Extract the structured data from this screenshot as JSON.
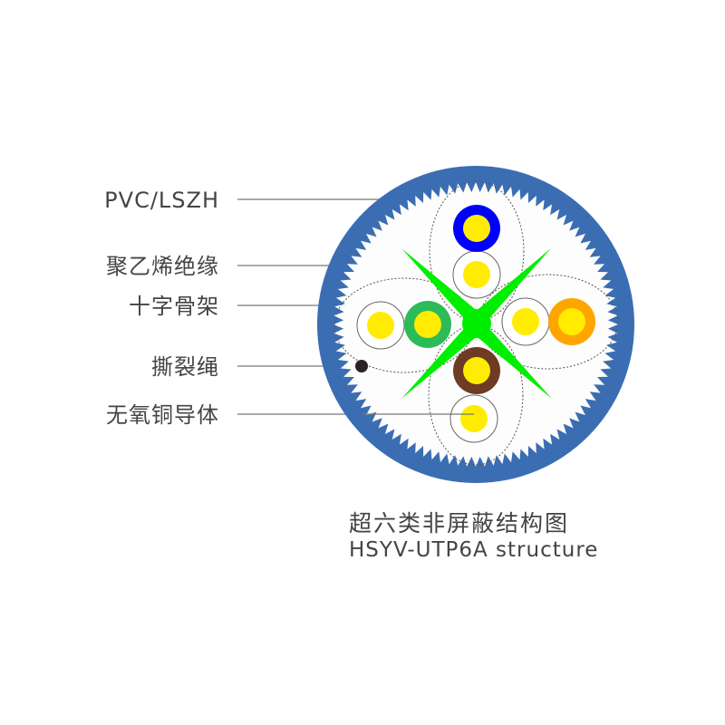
{
  "labels": {
    "sheath": "PVC/LSZH",
    "insulation": "聚乙烯绝缘",
    "cross_filler": "十字骨架",
    "ripcord": "撕裂绳",
    "conductor": "无氧铜导体"
  },
  "caption": {
    "title_cn": "超六类非屏蔽结构图",
    "title_en": "HSYV-UTP6A structure"
  },
  "colors": {
    "jacket": "#3b6db3",
    "cross": "#00ee00",
    "conductor": "#ffec00",
    "pair_blue": "#0000ff",
    "pair_green": "#2dbb5a",
    "pair_orange": "#ffa500",
    "pair_brown": "#6e3b24",
    "ripcord": "#2a2323"
  }
}
